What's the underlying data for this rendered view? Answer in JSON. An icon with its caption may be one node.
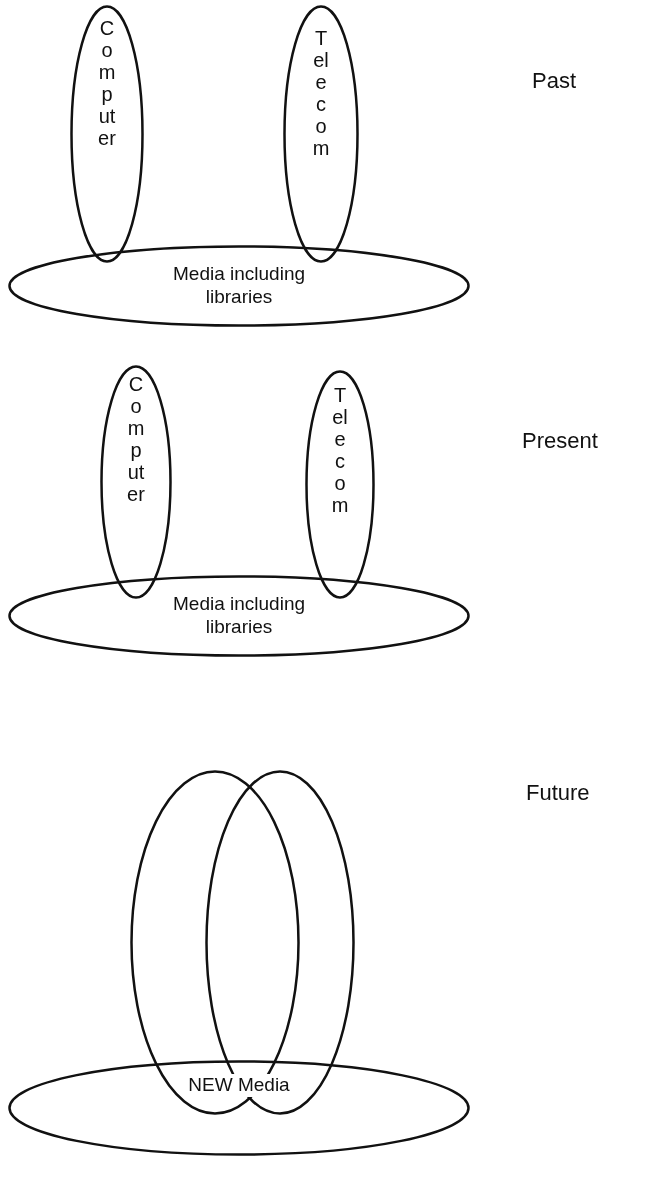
{
  "diagram": {
    "nodes": [
      {
        "text": [
          "Computer"
        ]
      },
      {
        "text": [
          "Telecom"
        ]
      },
      {
        "text": [
          "Media including libraries"
        ]
      },
      {
        "text": [
          "Computer"
        ]
      },
      {
        "text": [
          "Telecom"
        ]
      },
      {
        "text": [
          "Media including libraries"
        ]
      },
      {
        "text": [],
        "shape": "ellipse"
      },
      {
        "text": [],
        "shape": "ellipse"
      },
      {
        "text": [
          "NEW Media"
        ]
      }
    ],
    "edges": [],
    "labels": [
      "Past",
      "Present",
      "Future"
    ]
  }
}
